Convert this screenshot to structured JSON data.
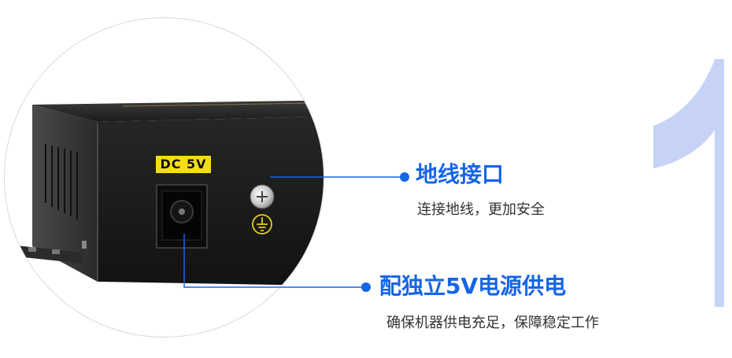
{
  "big_number": "1",
  "device": {
    "port_label": "DC 5V"
  },
  "callouts": [
    {
      "title": "地线接口",
      "description": "连接地线，更加安全"
    },
    {
      "title": "配独立5V电源供电",
      "description": "确保机器供电充足，保障稳定工作"
    }
  ],
  "colors": {
    "accent": "#1565e6",
    "big_number": "#c6d3f7",
    "label_bg": "#f3dd17",
    "device_body": "#1e1e1e"
  }
}
